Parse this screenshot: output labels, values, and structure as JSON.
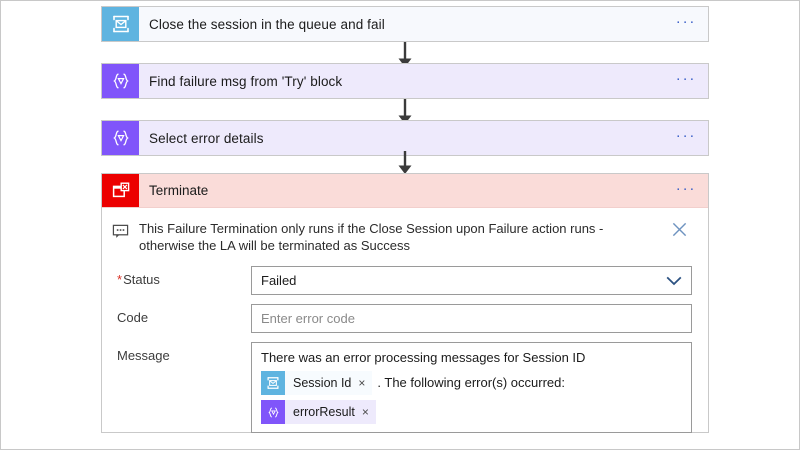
{
  "designer": {
    "steps": [
      {
        "id": "close-session",
        "label": "Close the session in the queue and fail",
        "icon": "service-bus-session-icon",
        "theme": "blue",
        "overflow": "···"
      },
      {
        "id": "find-failure-msg",
        "label": "Find failure msg from 'Try' block",
        "icon": "compose-expression-icon",
        "theme": "purple",
        "overflow": "···"
      },
      {
        "id": "select-error-details",
        "label": "Select error details",
        "icon": "compose-expression-icon",
        "theme": "purple",
        "overflow": "···"
      }
    ],
    "terminate": {
      "title": "Terminate",
      "icon": "terminate-icon",
      "overflow": "···",
      "comment": {
        "icon": "comment-bubble-icon",
        "text": "This Failure Termination only runs if the Close Session upon Failure action runs - otherwise the LA will be terminated as Success",
        "close_icon": "close-icon"
      },
      "fields": {
        "status": {
          "label": "Status",
          "required_marker": "*",
          "value": "Failed",
          "chevron": "chevron-down-icon"
        },
        "code": {
          "label": "Code",
          "value": "",
          "placeholder": "Enter error code"
        },
        "message": {
          "label": "Message",
          "line1": "There was an error processing messages for Session ID",
          "tokens": [
            {
              "label": "Session Id",
              "theme": "blue",
              "icon": "service-bus-session-icon",
              "remove": "×"
            },
            {
              "label": "errorResult",
              "theme": "purple",
              "icon": "compose-expression-icon",
              "remove": "×"
            }
          ],
          "after_token1": ". The following error(s) occurred:"
        }
      }
    }
  },
  "colors": {
    "blue_icon": "#5fb4e0",
    "purple_icon": "#8055fa",
    "terminate_red": "#ec0000",
    "terminate_header_bg": "#fadcd9",
    "card_blue_bg": "#f7f9fd",
    "card_purple_bg": "#eeeafc",
    "overflow_dots": "#3a5fc8",
    "required_asterisk": "#d93025",
    "arrow": "#3b3b3b"
  }
}
